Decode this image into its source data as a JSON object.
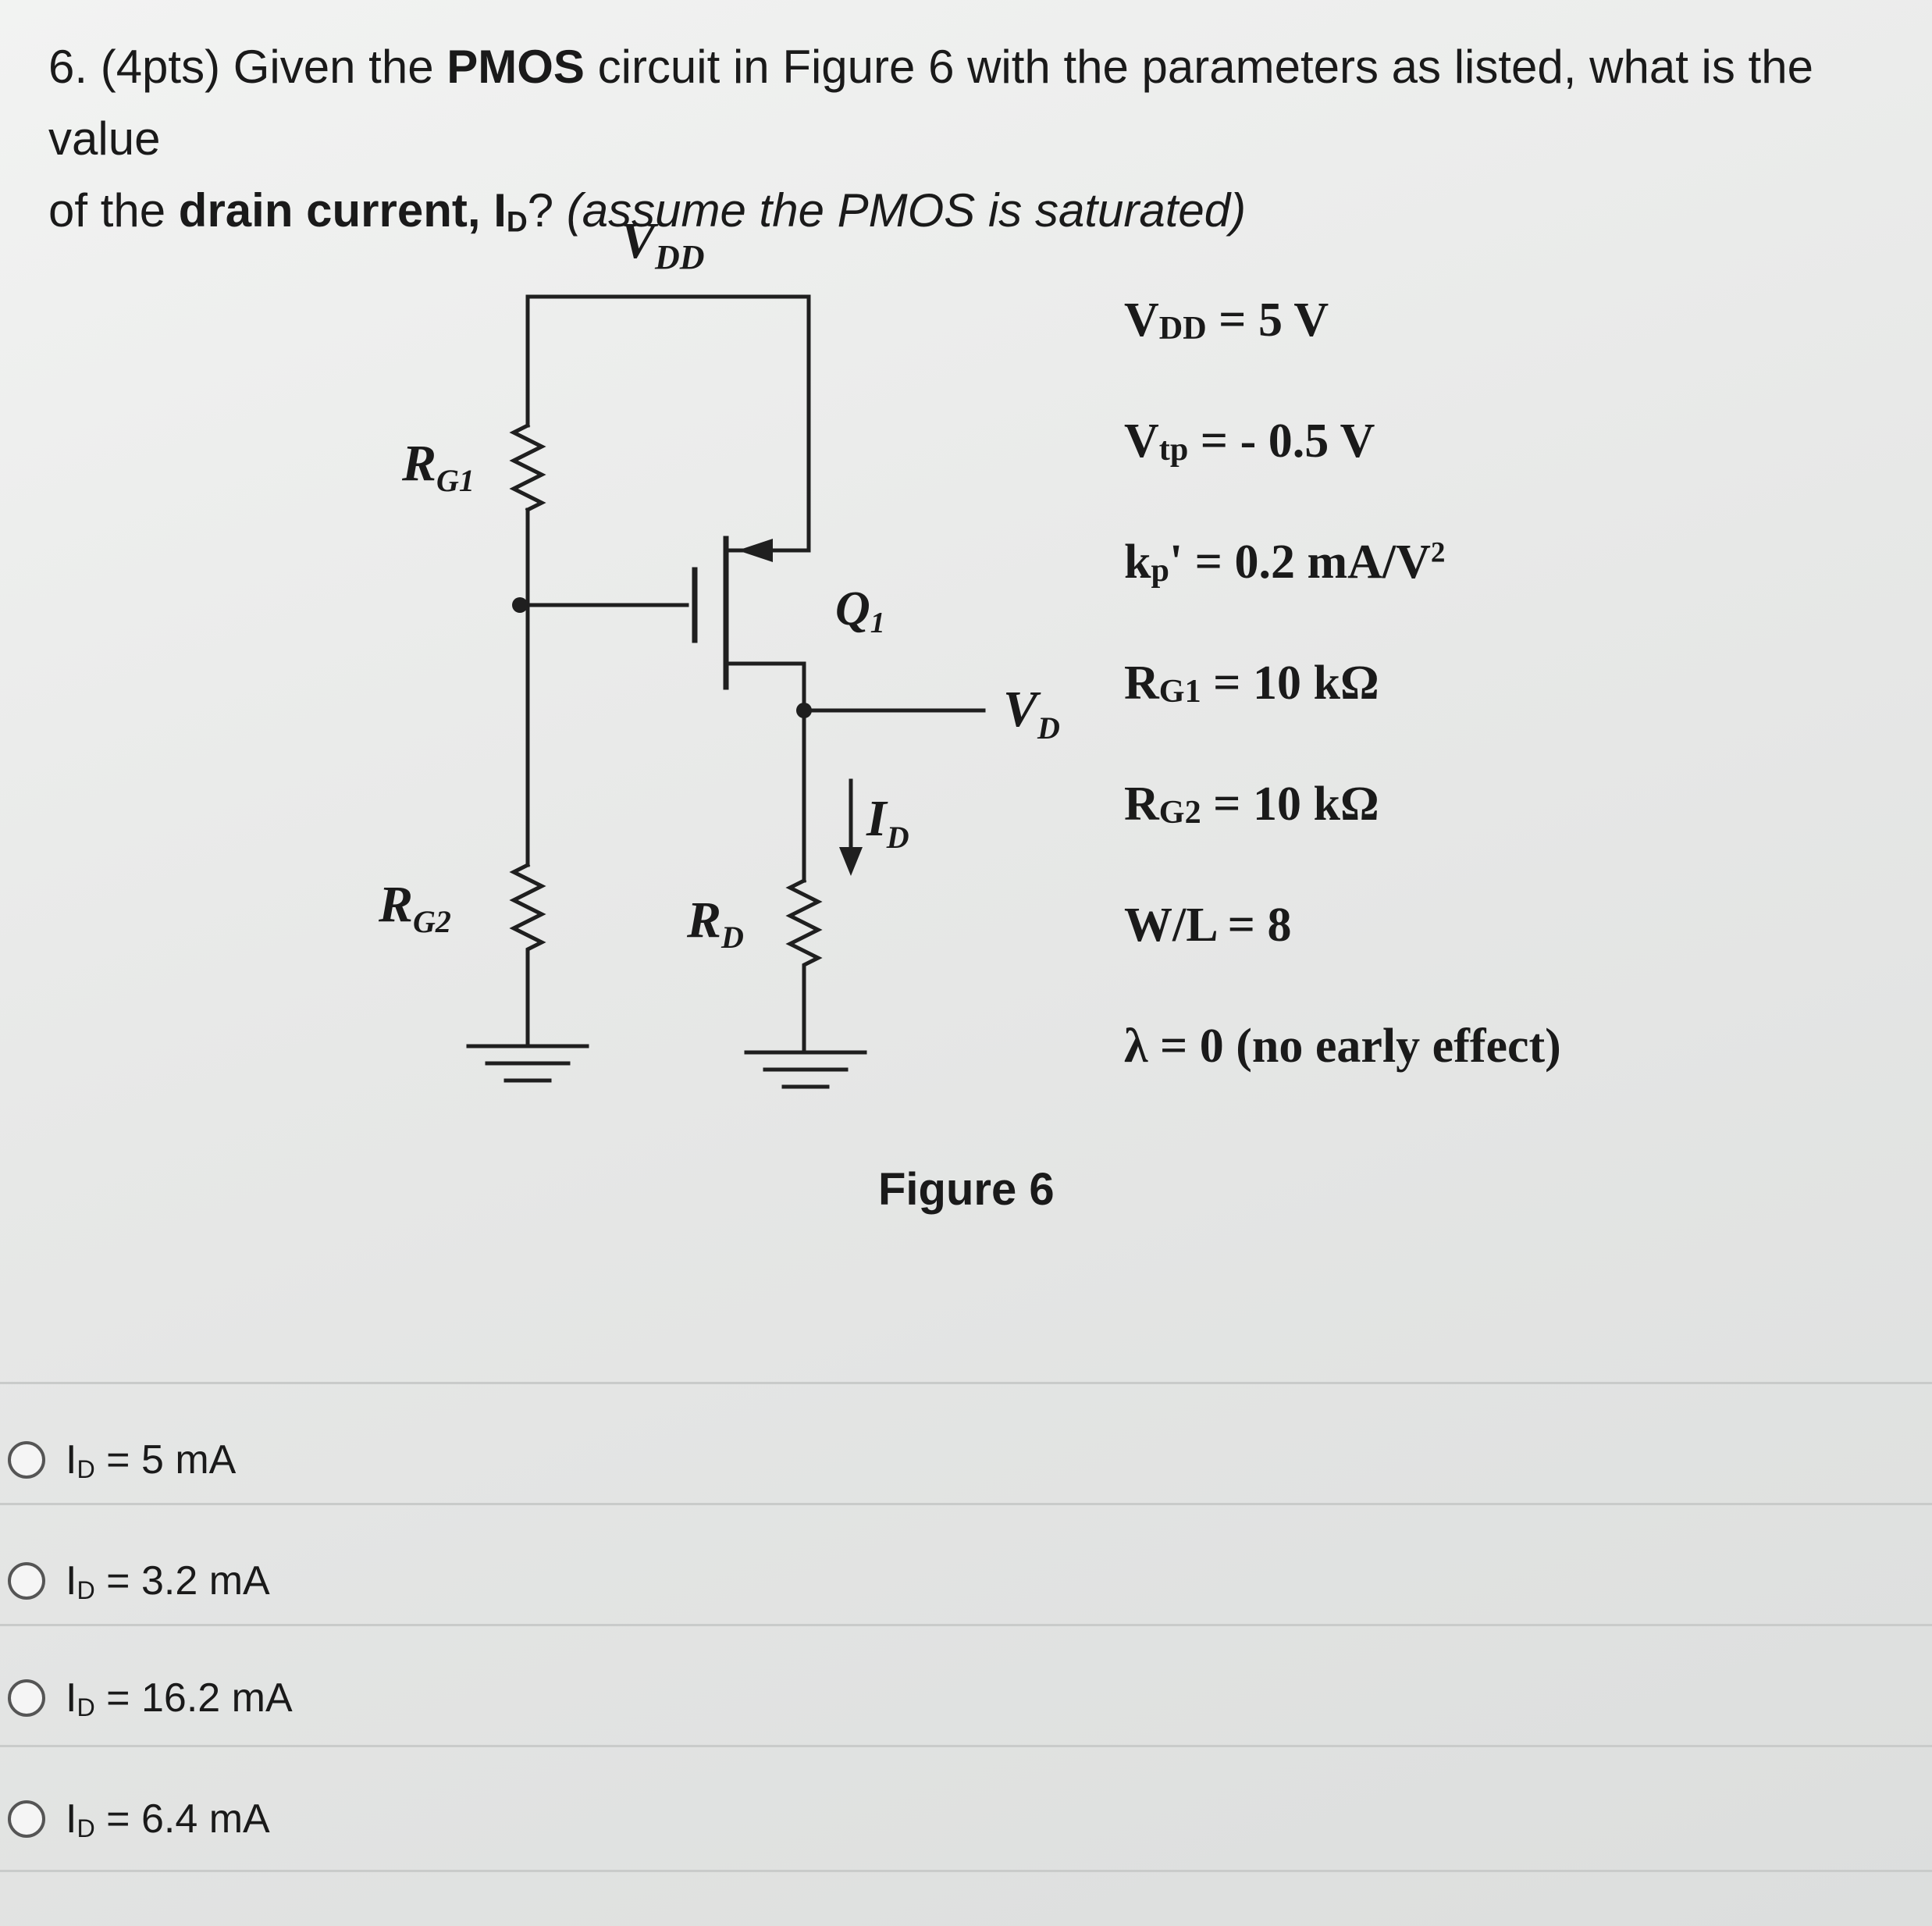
{
  "question": {
    "p1": "6. (4pts) Given the ",
    "b1": "PMOS",
    "p2": " circuit in Figure 6 with the parameters as listed, what is the value",
    "p3": "of the ",
    "b2": "drain current, I",
    "b2_sub": "D",
    "p4": "? ",
    "italic": "(assume the PMOS is saturated)"
  },
  "circuit": {
    "vdd": "V",
    "vdd_sub": "DD",
    "rg1": "R",
    "rg1_sub": "G1",
    "rg2": "R",
    "rg2_sub": "G2",
    "rd": "R",
    "rd_sub": "D",
    "q": "Q",
    "q_sub": "1",
    "vd": "V",
    "vd_sub": "D",
    "id": "I",
    "id_sub": "D"
  },
  "params": [
    {
      "pre": "V",
      "sub": "DD",
      "post": " = 5 V"
    },
    {
      "pre": "V",
      "sub": "tp",
      "post": " = - 0.5 V"
    },
    {
      "pre": "k",
      "sub": "p",
      "post": "' = 0.2 mA/V",
      "sup": "2"
    },
    {
      "pre": "R",
      "sub": "G1",
      "post": " = 10 kΩ"
    },
    {
      "pre": "R",
      "sub": "G2",
      "post": " = 10 kΩ"
    },
    {
      "pre": "W/L = 8",
      "sub": "",
      "post": ""
    },
    {
      "pre": "λ = 0 (no early effect)",
      "sub": "",
      "post": ""
    }
  ],
  "figure_caption": "Figure 6",
  "options": [
    {
      "pre": "I",
      "sub": "D",
      "post": " = 5 mA"
    },
    {
      "pre": "I",
      "sub": "D",
      "post": " = 3.2 mA"
    },
    {
      "pre": "I",
      "sub": "D",
      "post": " = 16.2 mA"
    },
    {
      "pre": "I",
      "sub": "D",
      "post": " = 6.4 mA"
    }
  ]
}
